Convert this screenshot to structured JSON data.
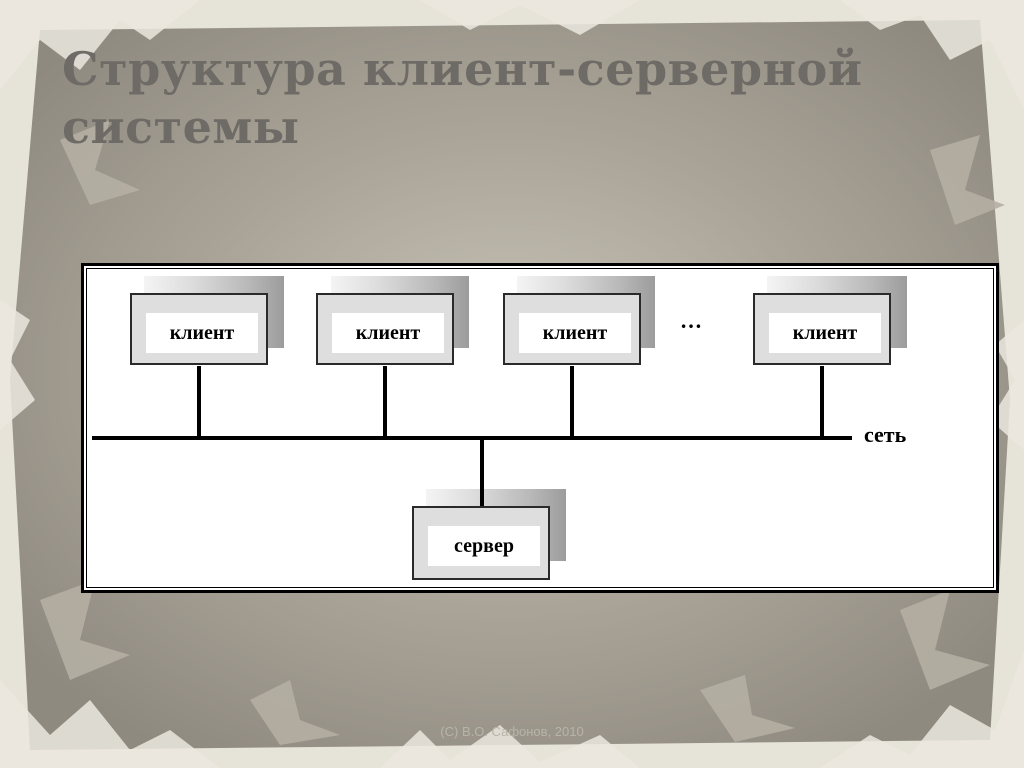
{
  "slide": {
    "title_line1": "Структура клиент-серверной",
    "title_line2": "системы",
    "footer": "(C) В.О. Сафонов, 2010"
  },
  "diagram": {
    "clients": [
      {
        "label": "клиент"
      },
      {
        "label": "клиент"
      },
      {
        "label": "клиент"
      },
      {
        "label": "клиент"
      }
    ],
    "ellipsis": "…",
    "network_label": "сеть",
    "server": {
      "label": "сервер"
    }
  },
  "colors": {
    "title": "#6e6b66",
    "background_light": "#e9e6dc",
    "background_dark": "#8f8a80",
    "frame": "#000000",
    "node_fill": "#dedede"
  }
}
